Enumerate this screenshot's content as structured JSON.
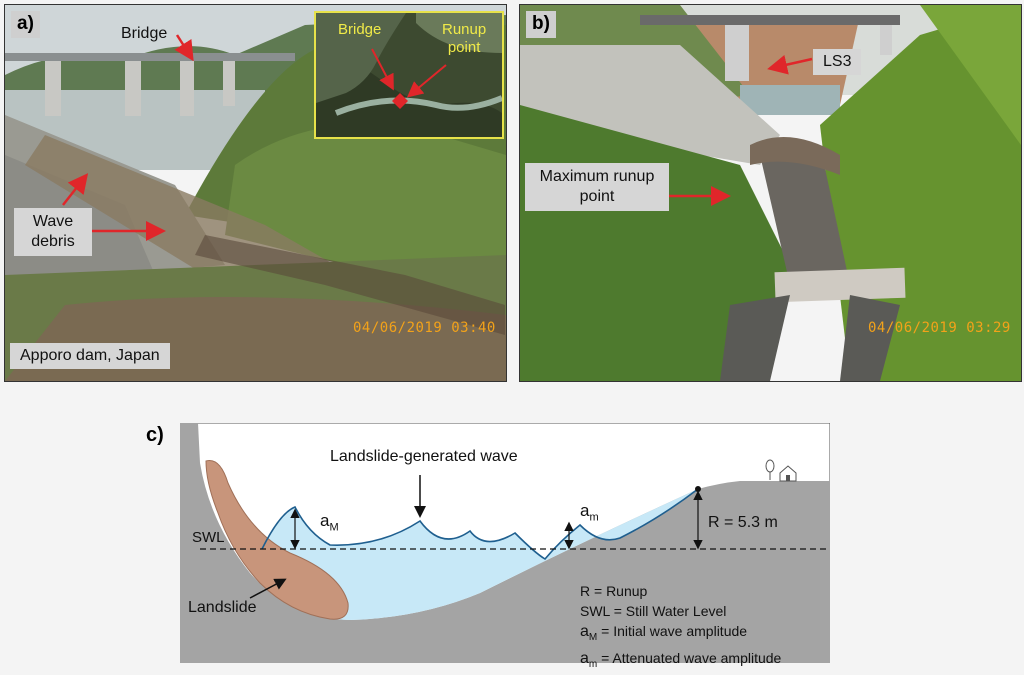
{
  "panel_a": {
    "label": "a)",
    "bridge_label": "Bridge",
    "debris_label_line1": "Wave",
    "debris_label_line2": "debris",
    "location_label": "Apporo dam, Japan",
    "timestamp": "04/06/2019  03:40",
    "inset": {
      "bridge_label": "Bridge",
      "runup_line1": "Runup",
      "runup_line2": "point"
    }
  },
  "panel_b": {
    "label": "b)",
    "ls3_label": "LS3",
    "max_runup_line1": "Maximum runup",
    "max_runup_line2": "point",
    "timestamp": "04/06/2019  03:29"
  },
  "panel_c": {
    "label": "c)",
    "wave_title": "Landslide-generated wave",
    "swl": "SWL",
    "landslide": "Landslide",
    "a_big_base": "a",
    "a_big_sub": "M",
    "a_small_base": "a",
    "a_small_sub": "m",
    "runup_value": "R = 5.3 m",
    "legend": {
      "r": "R = Runup",
      "swl": "SWL = Still Water Level",
      "aM_text": "= Initial wave amplitude",
      "am_text": "= Attenuated wave amplitude"
    }
  },
  "colors": {
    "arrow_red": "#e0262a",
    "stamp_orange": "#f2a21a",
    "water": "#c7e8f7",
    "wave_line": "#1f5f8f",
    "landslide": "#c8957b",
    "terrain": "#a4a4a4"
  }
}
